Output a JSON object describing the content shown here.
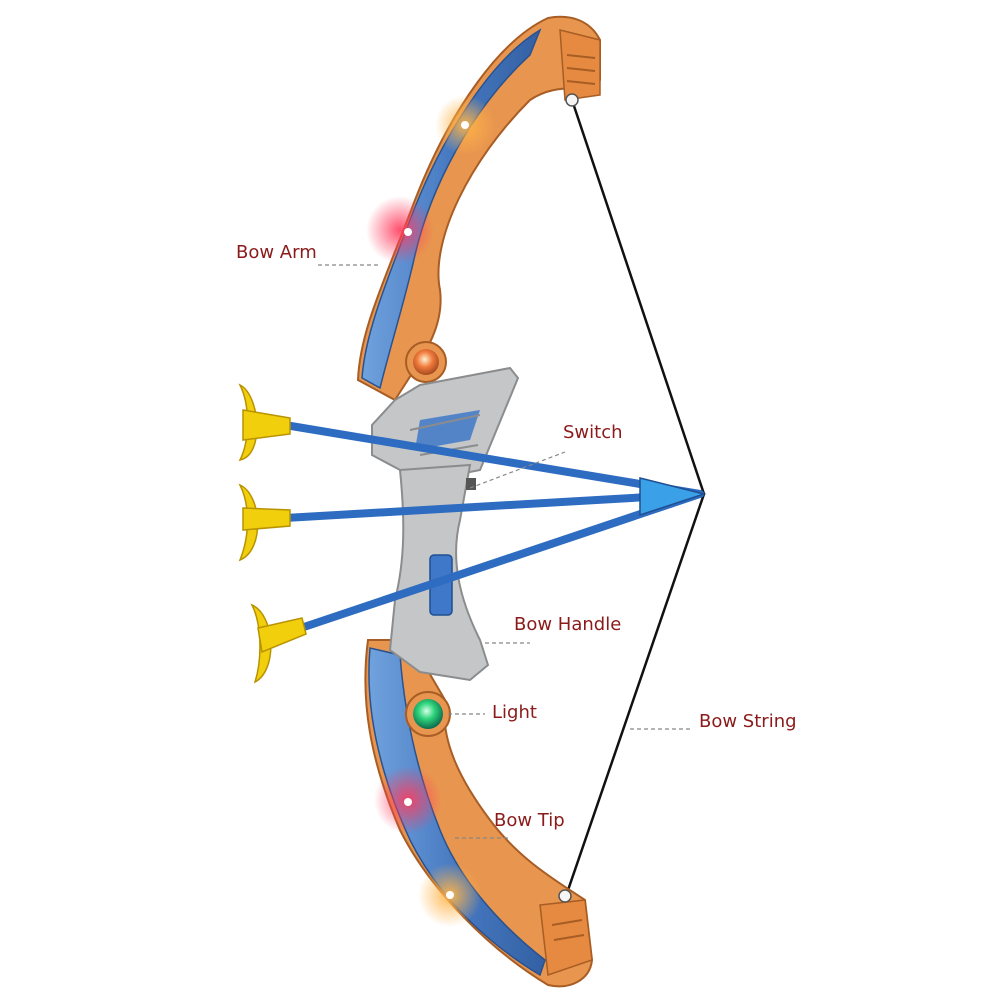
{
  "labels": {
    "bow_arm": "Bow Arm",
    "switch": "Switch",
    "bow_handle": "Bow Handle",
    "light": "Light",
    "bow_string": "Bow String",
    "bow_tip": "Bow Tip"
  },
  "colors": {
    "label_text": "#8b1a1a",
    "leader_line": "#888888",
    "limb_orange": "#e8964f",
    "limb_blue": "#3f78c8",
    "riser_gray": "#c4c6c8",
    "arrow_shaft": "#2d6cc0",
    "suction_cup": "#f2cf0c",
    "string": "#111111",
    "light_green": "#2fd47a"
  },
  "icons": {
    "bow": "toy-bow-icon",
    "arrow": "suction-arrow-icon",
    "light": "led-light-icon"
  }
}
